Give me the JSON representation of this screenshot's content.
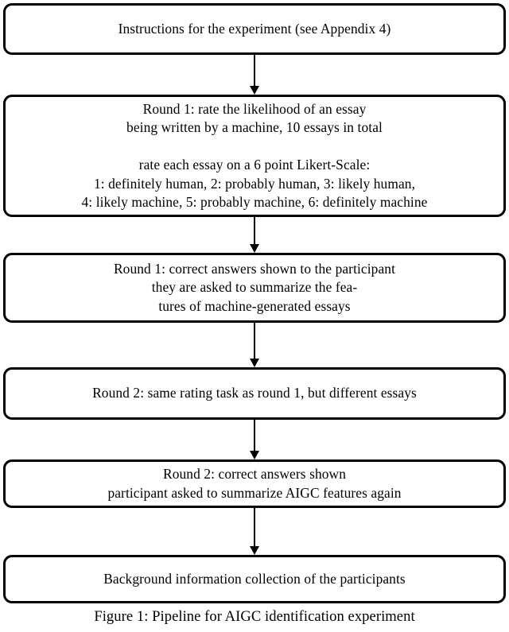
{
  "figure": {
    "caption": "Figure 1: Pipeline for AIGC identification experiment",
    "background_color": "#ffffff",
    "line_color": "#000000"
  },
  "flowchart": {
    "type": "vertical-pipeline",
    "node_count": 6,
    "arrow_count": 5,
    "nodes": [
      {
        "id": "instructions",
        "text": "Instructions for the experiment (see Appendix 4)"
      },
      {
        "id": "round1-task",
        "text": "Round 1: rate the likelihood of an essay\nbeing written by a machine, 10 essays in total\n\nrate each essay on a 6 point Likert-Scale:\n1: definitely human, 2: probably human, 3: likely human,\n4: likely machine, 5: probably machine, 6: definitely machine"
      },
      {
        "id": "round1-feedback",
        "text": "Round 1: correct answers shown to the participant\nthey are asked to summarize the fea-\ntures of machine-generated essays"
      },
      {
        "id": "round2-task",
        "text": "Round 2: same rating task as round 1, but different essays"
      },
      {
        "id": "round2-feedback",
        "text": "Round 2: correct answers shown\nparticipant asked to summarize AIGC features again"
      },
      {
        "id": "background",
        "text": "Background information collection of the participants"
      }
    ]
  }
}
